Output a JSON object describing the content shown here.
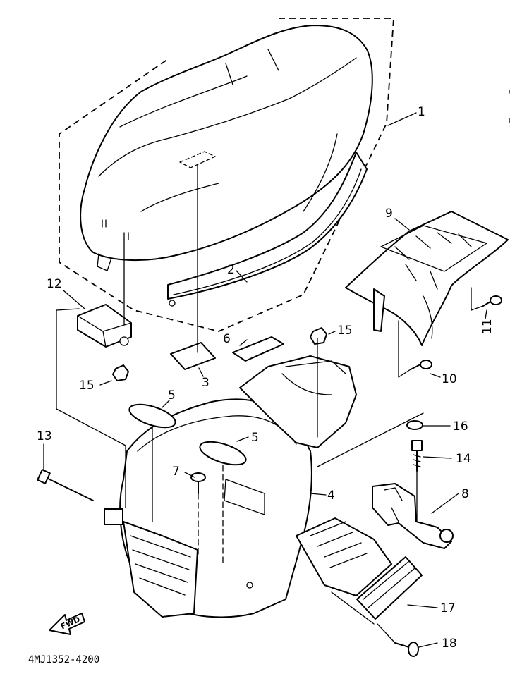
{
  "diagram_code": "4MJ1352-4200",
  "fwd_label": "FWD",
  "callouts": {
    "c1": "1",
    "c2": "2",
    "c3": "3",
    "c4": "4",
    "c5a": "5",
    "c5b": "5",
    "c6": "6",
    "c7": "7",
    "c8": "8",
    "c9": "9",
    "c10": "10",
    "c11": "11",
    "c12": "12",
    "c13": "13",
    "c14": "14",
    "c15a": "15",
    "c15b": "15",
    "c16": "16",
    "c17": "17",
    "c18": "18"
  }
}
